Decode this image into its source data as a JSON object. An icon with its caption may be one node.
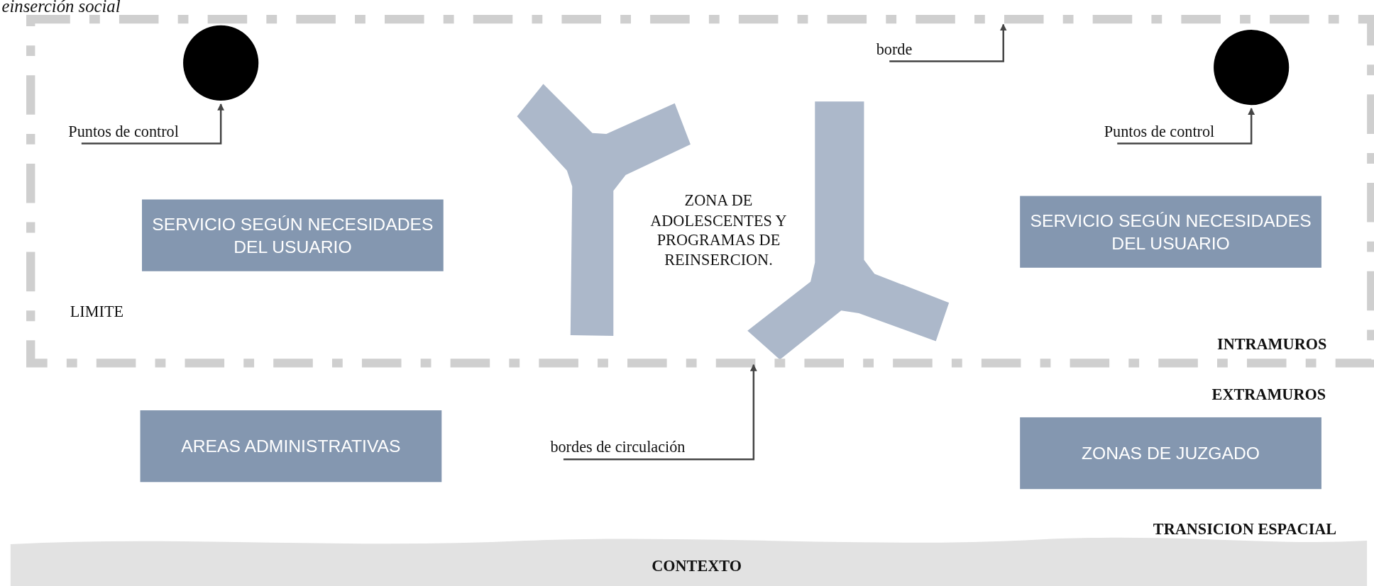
{
  "diagram": {
    "title": "einserción social",
    "nodes": [
      {
        "text": [],
        "shape": "box"
      },
      {
        "text": [],
        "shape": "circle",
        "in": 0
      },
      {
        "text": [
          "Puntos de control"
        ],
        "in": 0
      },
      {
        "text": [
          "borde"
        ],
        "in": 0
      },
      {
        "text": [],
        "shape": "circle",
        "in": 0
      },
      {
        "text": [
          "Puntos de control"
        ],
        "in": 0
      },
      {
        "text": [
          "SERVICIO SEGÚN NECESIDADES DEL USUARIO"
        ],
        "in": 0
      },
      {
        "text": [
          "SERVICIO SEGÚN NECESIDADES DEL USUARIO"
        ],
        "in": 0
      },
      {
        "text": [
          "AREAS ADMINISTRATIVAS"
        ]
      },
      {
        "text": [
          "bordes de circulación"
        ]
      },
      {
        "text": [
          "ZONAS DE JUZGADO"
        ]
      },
      {
        "text": [
          "CONTEXTO"
        ]
      }
    ],
    "edges": [
      {
        "from": 2,
        "to": 1,
        "arrow": "to"
      },
      {
        "from": 3,
        "to": 0,
        "arrow": "to"
      },
      {
        "from": 5,
        "to": 4,
        "arrow": "to"
      },
      {
        "from": 9,
        "to": 0,
        "arrow": "to"
      }
    ],
    "labels": [
      "ZONA DE ADOLESCENTES Y PROGRAMAS DE REINSERCION.",
      "LIMITE",
      "INTRAMUROS",
      "EXTRAMUROS",
      "TRANSICION ESPACIAL"
    ]
  }
}
